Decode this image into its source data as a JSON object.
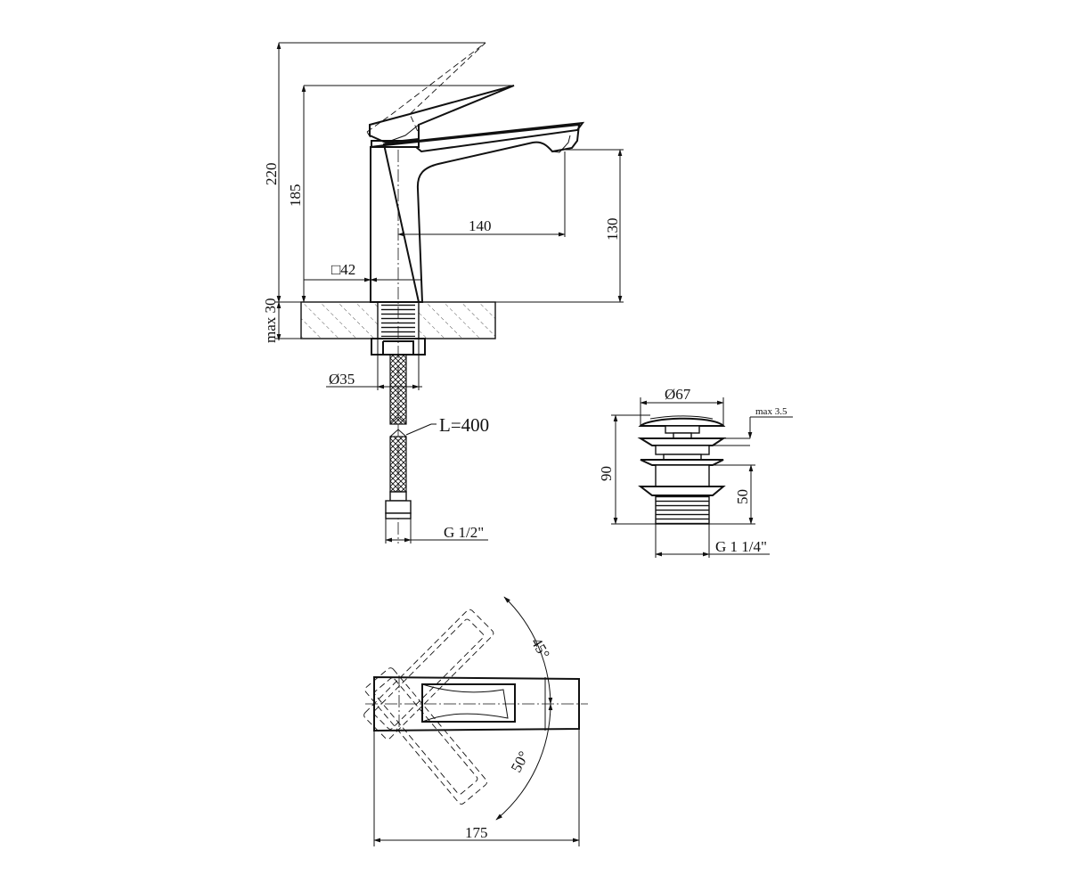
{
  "dimensions": {
    "total_height": "220",
    "spout_height": "185",
    "spout_reach": "140",
    "outlet_height": "130",
    "body_square": "□42",
    "mount_thickness": "max 30",
    "thread_diameter": "Ø35",
    "hose_length": "L=400",
    "hose_thread": "G 1/2\"",
    "drain_cap_diameter": "Ø67",
    "drain_clearance": "max 3.5",
    "drain_height": "90",
    "drain_thread_length": "50",
    "drain_thread": "G 1 1/4\"",
    "lever_angle_up": "45°",
    "lever_angle_down": "50°",
    "overall_length": "175"
  }
}
